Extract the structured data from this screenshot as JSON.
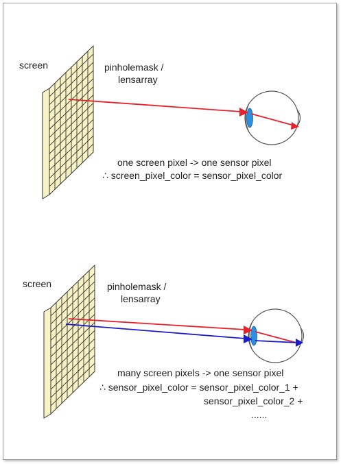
{
  "colors": {
    "screen_fill": "#f8f2c4",
    "grid_line": "#333333",
    "ray_red": "#e8202a",
    "ray_blue": "#1a1ad0",
    "lens_blue": "#2c8fe0",
    "eye_outline": "#555555"
  },
  "panel_top": {
    "screen_label": "screen",
    "mask_label_line1": "pinholemask /",
    "mask_label_line2": "lensarray",
    "caption_line1": "one screen pixel -> one sensor pixel",
    "caption_line2": "∴ screen_pixel_color = sensor_pixel_color"
  },
  "panel_bottom": {
    "screen_label": "screen",
    "mask_label_line1": "pinholemask /",
    "mask_label_line2": "lensarray",
    "caption_line1": "many screen pixels -> one sensor pixel",
    "caption_line2": "∴ sensor_pixel_color = sensor_pixel_color_1 +",
    "caption_line3": "sensor_pixel_color_2 +",
    "caption_line4": "......"
  }
}
